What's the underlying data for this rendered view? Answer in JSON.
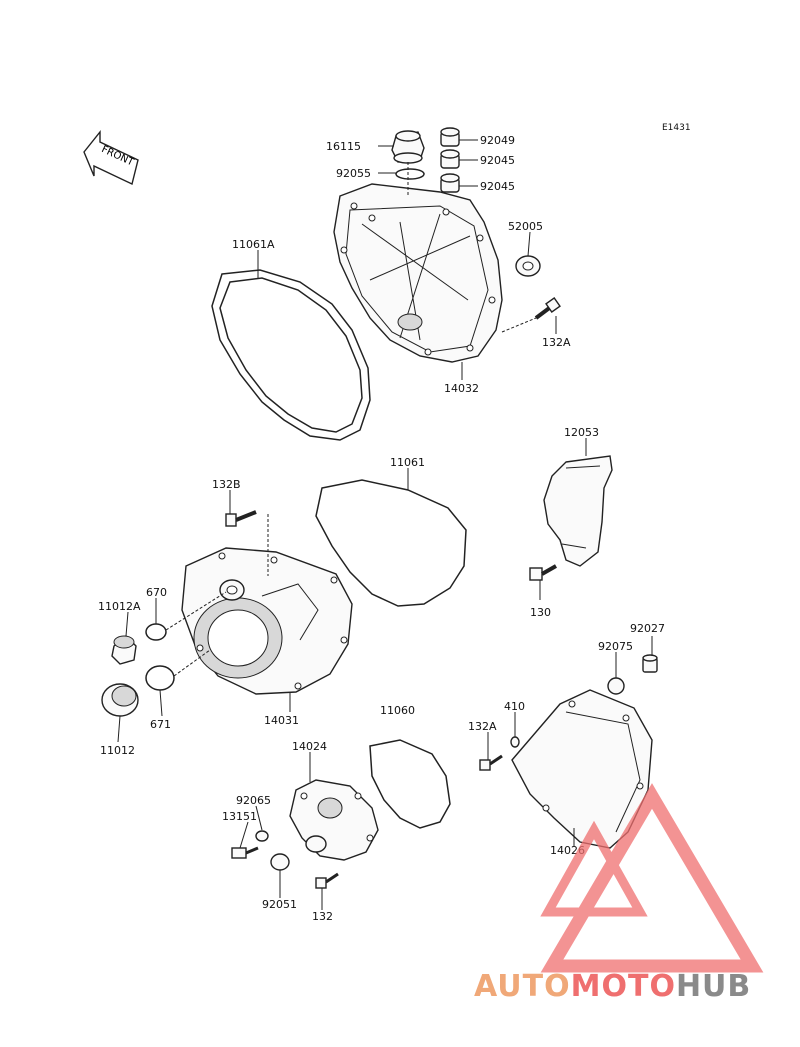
{
  "diagram_code": "E1431",
  "front_label": "FRONT",
  "watermark": {
    "part1": "AUTO",
    "part2": "MOTO",
    "part3": "HUB",
    "color1": "#f0a878",
    "color2": "#ef6f6f",
    "color3": "#8a8a8a"
  },
  "parts": {
    "p16115": "16115",
    "p92049": "92049",
    "p92045a": "92045",
    "p92055": "92055",
    "p92045b": "92045",
    "p52005": "52005",
    "p11061A": "11061A",
    "p132A_top": "132A",
    "p14032": "14032",
    "p12053": "12053",
    "p11061": "11061",
    "p132B": "132B",
    "p670": "670",
    "p11012A": "11012A",
    "p130": "130",
    "p92027": "92027",
    "p92075": "92075",
    "p11012": "11012",
    "p671": "671",
    "p14031": "14031",
    "p11060": "11060",
    "p410": "410",
    "p132A_bot": "132A",
    "p14024": "14024",
    "p92065": "92065",
    "p13151": "13151",
    "p14026": "14026",
    "p92051": "92051",
    "p132": "132"
  }
}
